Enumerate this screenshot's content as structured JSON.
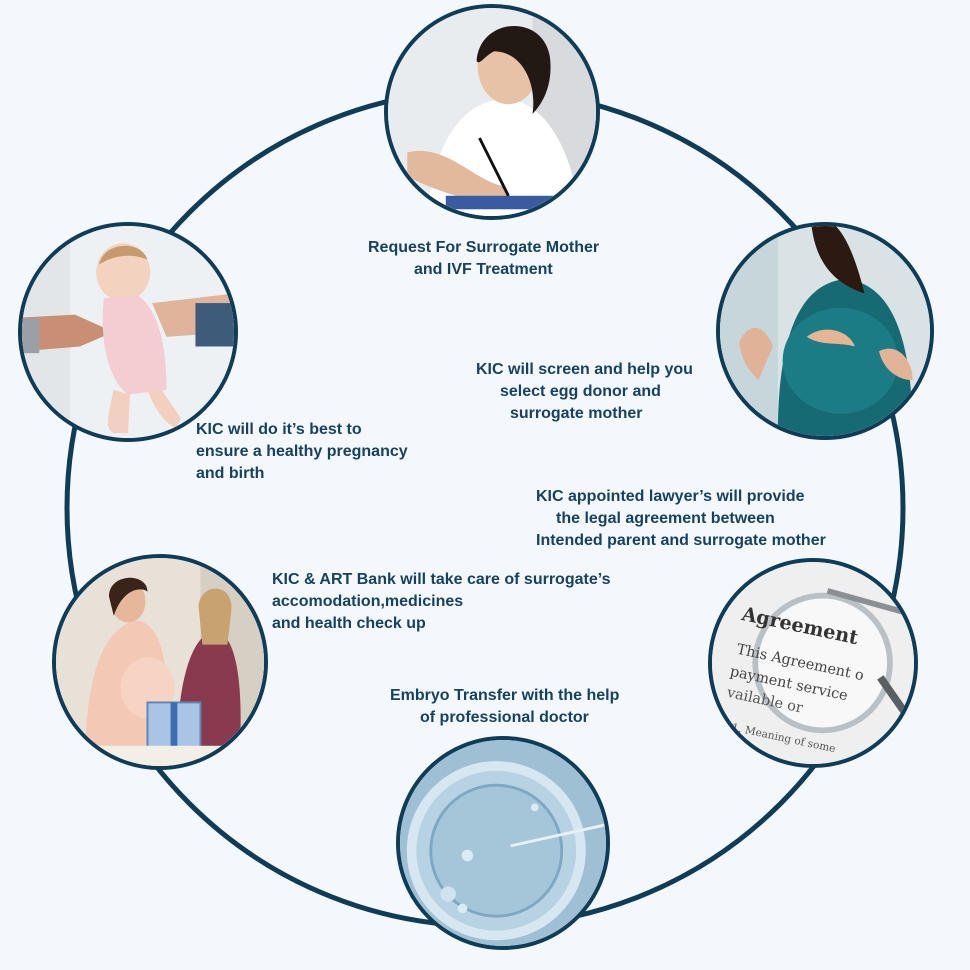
{
  "colors": {
    "ring": "#0f3c57",
    "text": "#17425e",
    "background": "#f4f7fb"
  },
  "steps": [
    {
      "id": "request",
      "photo": "woman-writing-photo",
      "lines": [
        "Request For Surrogate Mother",
        "and IVF Treatment"
      ]
    },
    {
      "id": "screen",
      "photo": "pregnant-woman-photo",
      "lines": [
        "KIC will screen and help you",
        "select egg donor and",
        "surrogate mother"
      ]
    },
    {
      "id": "legal",
      "photo": "agreement-document-photo",
      "lines": [
        "KIC appointed lawyer’s will provide",
        "the legal agreement between",
        "Intended parent and surrogate mother"
      ]
    },
    {
      "id": "embryo",
      "photo": "embryo-microscope-photo",
      "lines": [
        "Embryo Transfer with the help",
        "of professional doctor"
      ]
    },
    {
      "id": "care",
      "photo": "pregnant-women-gift-photo",
      "lines": [
        "KIC & ART Bank will take care of surrogate’s",
        "accomodation,medicines",
        "and health check up"
      ]
    },
    {
      "id": "birth",
      "photo": "baby-held-photo",
      "lines": [
        "KIC will do it’s best to",
        "ensure a healthy pregnancy",
        "and birth"
      ]
    }
  ]
}
